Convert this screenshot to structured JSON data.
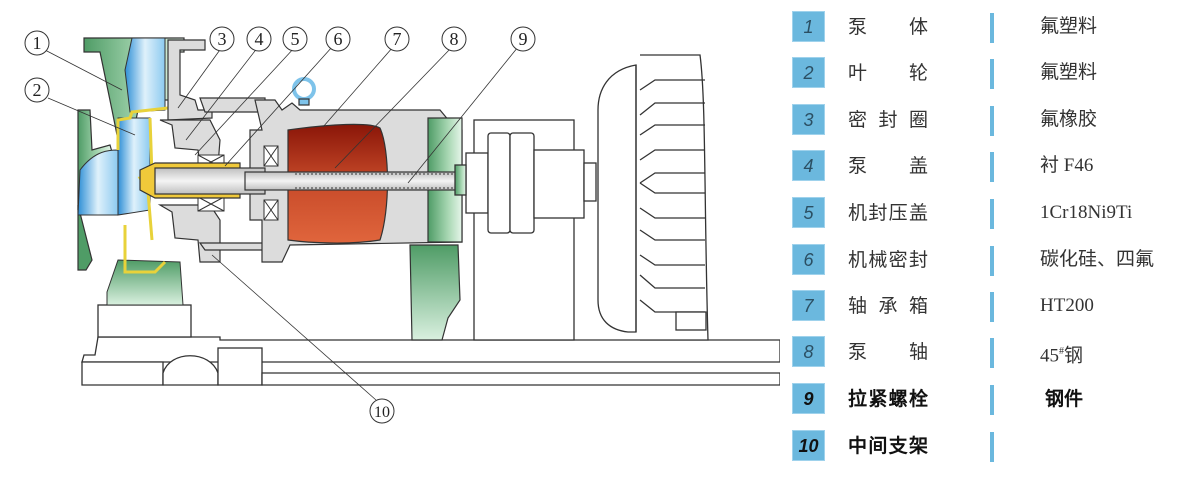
{
  "diagram": {
    "title": "Fluoroplastic centrifugal pump cross-section",
    "callouts": [
      "1",
      "2",
      "3",
      "4",
      "5",
      "6",
      "7",
      "8",
      "9",
      "10"
    ],
    "colors": {
      "casing_green": "#5aa870",
      "liner_yellow": "#e8d23a",
      "fluid_blue": "#9fd4f0",
      "bearing_red": "#b0301c",
      "metal_grey": "#dcdcdc",
      "outline": "#333333"
    }
  },
  "legend": {
    "accent_color": "#6bb8de",
    "items": [
      {
        "num": "1",
        "name": "泵体",
        "material": "氟塑料"
      },
      {
        "num": "2",
        "name": "叶轮",
        "material": "氟塑料"
      },
      {
        "num": "3",
        "name": "密封圈",
        "material": "氟橡胶"
      },
      {
        "num": "4",
        "name": "泵盖",
        "material": "衬 F46"
      },
      {
        "num": "5",
        "name": "机封压盖",
        "material": "1Cr18Ni9Ti"
      },
      {
        "num": "6",
        "name": "机械密封",
        "material": "碳化硅、四氟"
      },
      {
        "num": "7",
        "name": "轴承箱",
        "material": "HT200"
      },
      {
        "num": "8",
        "name": "泵轴",
        "material": "45#钢"
      },
      {
        "num": "9",
        "name": "拉紧螺栓",
        "material": "钢件"
      },
      {
        "num": "10",
        "name": "中间支架",
        "material": ""
      }
    ]
  }
}
